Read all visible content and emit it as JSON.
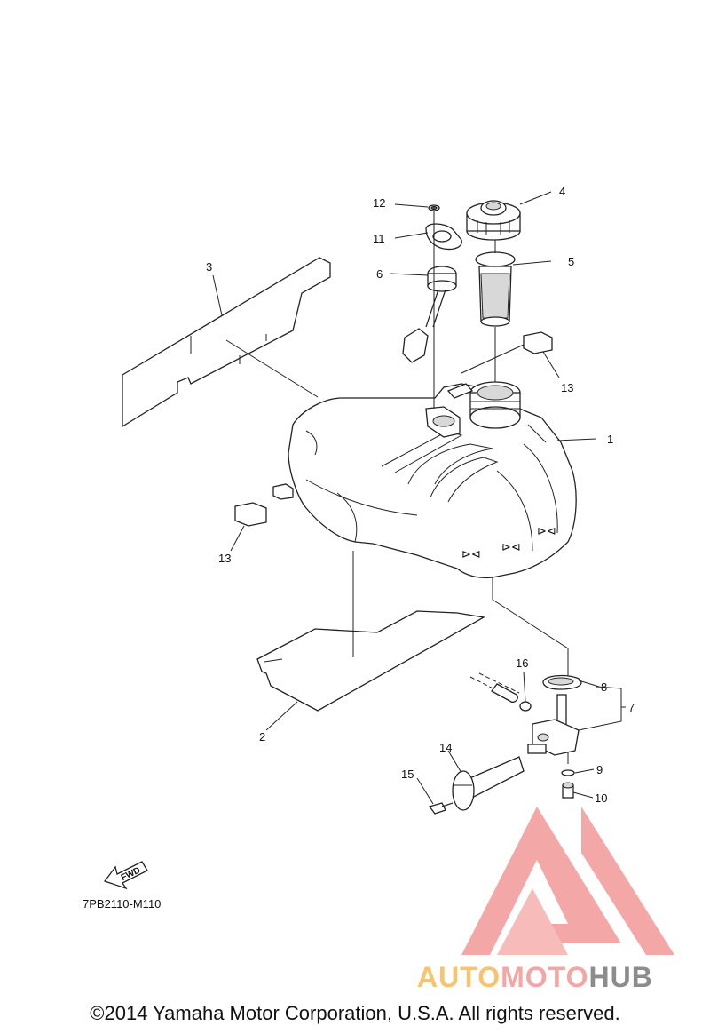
{
  "callouts": [
    {
      "id": "1",
      "text": "1"
    },
    {
      "id": "2",
      "text": "2"
    },
    {
      "id": "3",
      "text": "3"
    },
    {
      "id": "4",
      "text": "4"
    },
    {
      "id": "5",
      "text": "5"
    },
    {
      "id": "6",
      "text": "6"
    },
    {
      "id": "7",
      "text": "7"
    },
    {
      "id": "8",
      "text": "8"
    },
    {
      "id": "9",
      "text": "9"
    },
    {
      "id": "10",
      "text": "10"
    },
    {
      "id": "11",
      "text": "11"
    },
    {
      "id": "12",
      "text": "12"
    },
    {
      "id": "13a",
      "text": "13"
    },
    {
      "id": "13b",
      "text": "13"
    },
    {
      "id": "14",
      "text": "14"
    },
    {
      "id": "15",
      "text": "15"
    },
    {
      "id": "16",
      "text": "16"
    }
  ],
  "fwd_label": "FWD",
  "diagram_code": "7PB2110-M110",
  "copyright": "©2014 Yamaha Motor Corporation, U.S.A. All rights reserved.",
  "watermark": {
    "part1": "AUTO",
    "part2": "MOTO",
    "part3": "HUB",
    "colors": {
      "part1": "#f6c36e",
      "part2": "#f3a7a5",
      "part3": "#8c8c8c",
      "emblem": "#f29a98"
    }
  }
}
